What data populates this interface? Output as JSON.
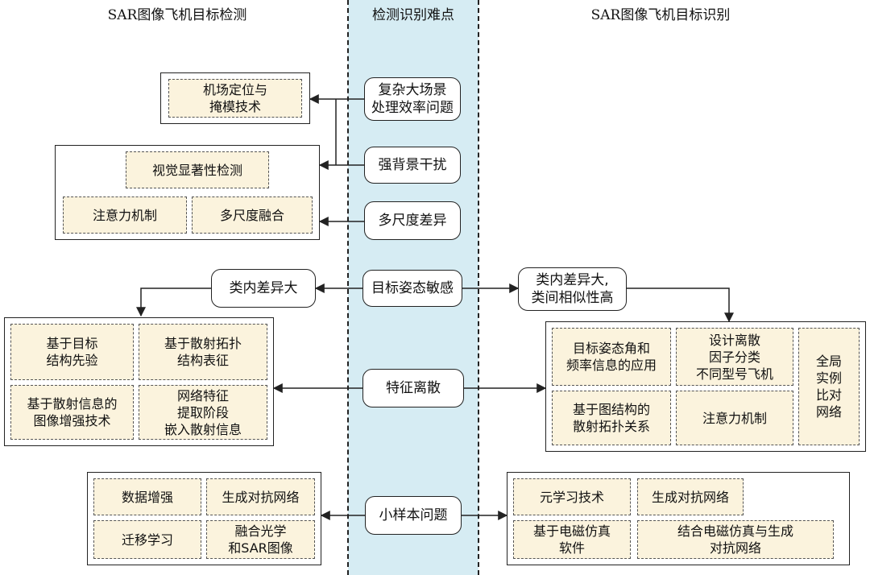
{
  "headers": {
    "left": "SAR图像飞机目标检测",
    "center": "检测识别难点",
    "right": "SAR图像飞机目标识别"
  },
  "center_nodes": {
    "complex_scene": "复杂大场景\n处理效率问题",
    "strong_bg": "强背景干扰",
    "multiscale": "多尺度差异",
    "pose": "目标姿态敏感",
    "feature": "特征离散",
    "small_sample": "小样本问题"
  },
  "left": {
    "airport": "机场定位与\n掩模技术",
    "saliency": "视觉显著性检测",
    "attention": "注意力机制",
    "fusion": "多尺度融合",
    "intra_class": "类内差异大",
    "prior": "基于目标\n结构先验",
    "scatter_topo": "基于散射拓扑\n结构表征",
    "scatter_enh": "基于散射信息的\n图像增强技术",
    "net_embed": "网络特征\n提取阶段\n嵌入散射信息",
    "data_aug": "数据增强",
    "gan": "生成对抗网络",
    "transfer": "迁移学习",
    "optical_sar": "融合光学\n和SAR图像"
  },
  "right": {
    "intra_inter": "类内差异大,\n类间相似性高",
    "pose_freq": "目标姿态角和\n频率信息的应用",
    "disc_factor": "设计离散\n因子分类\n不同型号飞机",
    "global_inst": "全局\n实例\n比对\n网络",
    "graph_topo": "基于图结构的\n散射拓扑关系",
    "attention": "注意力机制",
    "meta": "元学习技术",
    "gan": "生成对抗网络",
    "em_sim": "基于电磁仿真\n软件",
    "em_gan": "结合电磁仿真与生成\n对抗网络"
  },
  "colors": {
    "band": "#d6ecf3",
    "dashed_fill": "#fbf3dd",
    "line": "#222222"
  }
}
